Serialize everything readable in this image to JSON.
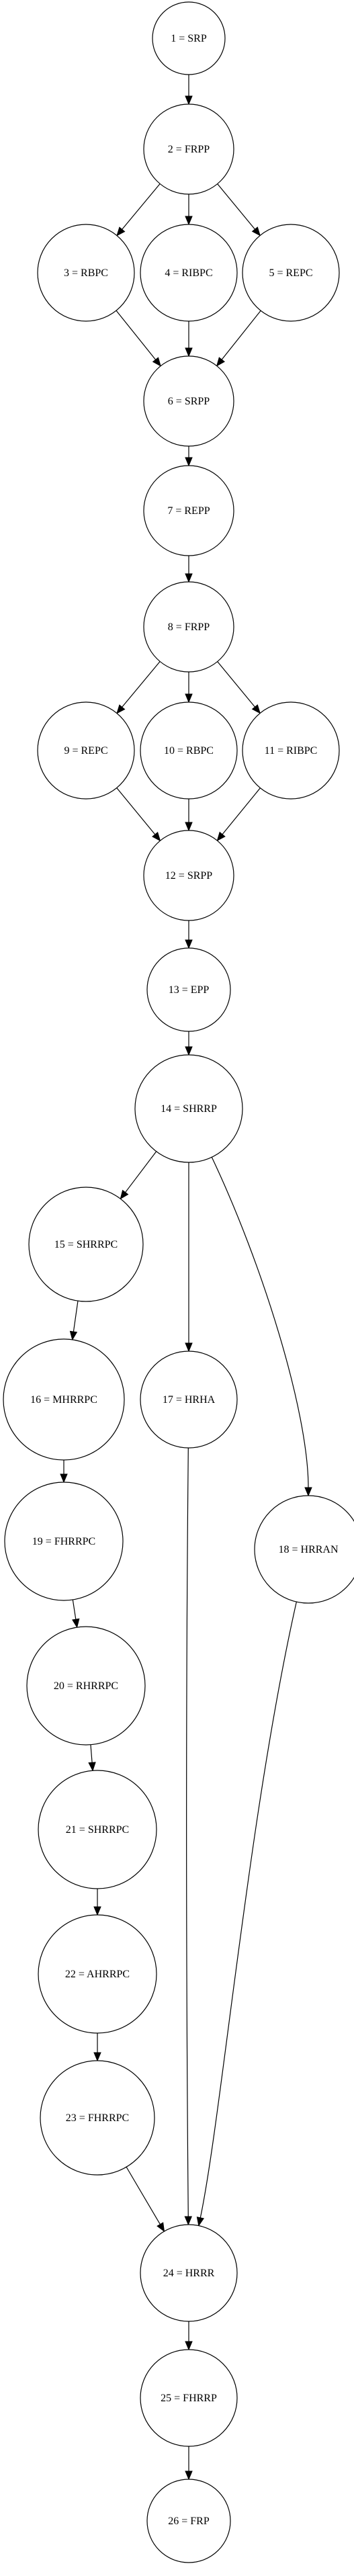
{
  "nodes": [
    {
      "id": "n1",
      "label": "1 = SRP"
    },
    {
      "id": "n2",
      "label": "2 = FRPP"
    },
    {
      "id": "n3",
      "label": "3 = RBPC"
    },
    {
      "id": "n4",
      "label": "4 = RIBPC"
    },
    {
      "id": "n5",
      "label": "5 = REPC"
    },
    {
      "id": "n6",
      "label": "6 = SRPP"
    },
    {
      "id": "n7",
      "label": "7 = REPP"
    },
    {
      "id": "n8",
      "label": "8 = FRPP"
    },
    {
      "id": "n9",
      "label": "9 = REPC"
    },
    {
      "id": "n10",
      "label": "10 = RBPC"
    },
    {
      "id": "n11",
      "label": "11 = RIBPC"
    },
    {
      "id": "n12",
      "label": "12 = SRPP"
    },
    {
      "id": "n13",
      "label": "13 = EPP"
    },
    {
      "id": "n14",
      "label": "14 = SHRRP"
    },
    {
      "id": "n15",
      "label": "15 = SHRRPC"
    },
    {
      "id": "n16",
      "label": "16 = MHRRPC"
    },
    {
      "id": "n17",
      "label": "17 = HRHA"
    },
    {
      "id": "n18",
      "label": "18 = HRRAN"
    },
    {
      "id": "n19",
      "label": "19 = FHRRPC"
    },
    {
      "id": "n20",
      "label": "20 = RHRRPC"
    },
    {
      "id": "n21",
      "label": "21 = SHRRPC"
    },
    {
      "id": "n22",
      "label": "22 = AHRRPC"
    },
    {
      "id": "n23",
      "label": "23 = FHRRPC"
    },
    {
      "id": "n24",
      "label": "24 = HRRR"
    },
    {
      "id": "n25",
      "label": "25 = FHRRP"
    },
    {
      "id": "n26",
      "label": "26 = FRP"
    }
  ],
  "edges": [
    {
      "from": "n1",
      "to": "n2"
    },
    {
      "from": "n2",
      "to": "n3"
    },
    {
      "from": "n2",
      "to": "n4"
    },
    {
      "from": "n2",
      "to": "n5"
    },
    {
      "from": "n3",
      "to": "n6"
    },
    {
      "from": "n4",
      "to": "n6"
    },
    {
      "from": "n5",
      "to": "n6"
    },
    {
      "from": "n6",
      "to": "n7"
    },
    {
      "from": "n7",
      "to": "n8"
    },
    {
      "from": "n8",
      "to": "n9"
    },
    {
      "from": "n8",
      "to": "n10"
    },
    {
      "from": "n8",
      "to": "n11"
    },
    {
      "from": "n9",
      "to": "n12"
    },
    {
      "from": "n10",
      "to": "n12"
    },
    {
      "from": "n11",
      "to": "n12"
    },
    {
      "from": "n12",
      "to": "n13"
    },
    {
      "from": "n13",
      "to": "n14"
    },
    {
      "from": "n14",
      "to": "n15"
    },
    {
      "from": "n14",
      "to": "n17"
    },
    {
      "from": "n14",
      "to": "n18"
    },
    {
      "from": "n15",
      "to": "n16"
    },
    {
      "from": "n16",
      "to": "n19"
    },
    {
      "from": "n19",
      "to": "n20"
    },
    {
      "from": "n20",
      "to": "n21"
    },
    {
      "from": "n21",
      "to": "n22"
    },
    {
      "from": "n22",
      "to": "n23"
    },
    {
      "from": "n23",
      "to": "n24"
    },
    {
      "from": "n17",
      "to": "n24"
    },
    {
      "from": "n18",
      "to": "n24"
    },
    {
      "from": "n24",
      "to": "n25"
    },
    {
      "from": "n25",
      "to": "n26"
    }
  ]
}
